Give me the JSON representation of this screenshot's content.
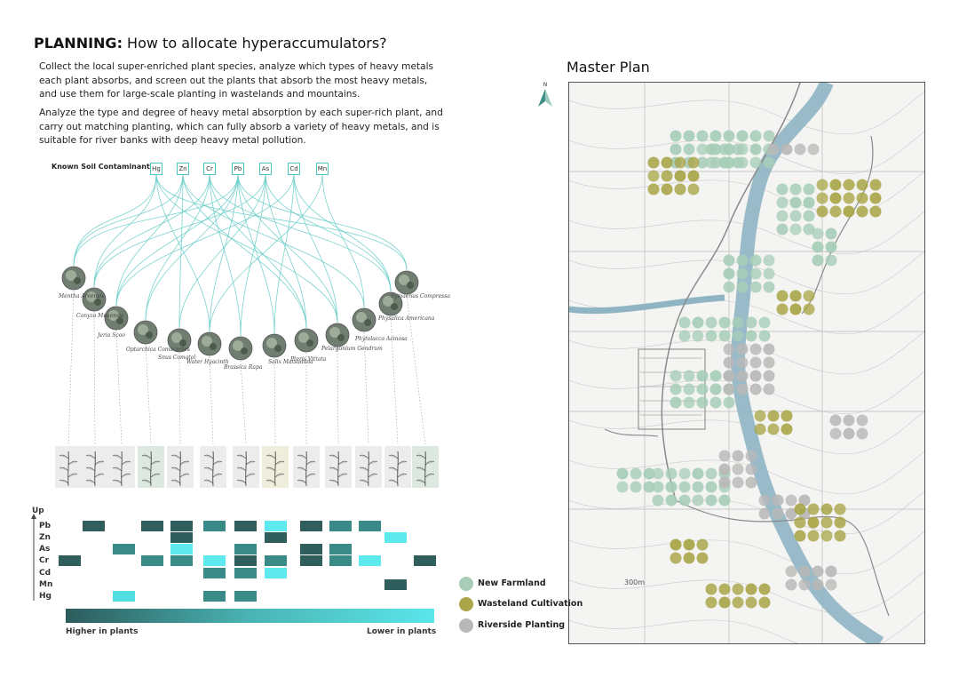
{
  "header": {
    "title_bold": "PLANNING:",
    "title_rest": " How to allocate hyperaccumulators?",
    "paragraph1": "Collect the local super-enriched plant species, analyze which types of heavy metals each plant absorbs, and screen out the plants that absorb the most heavy metals, and use them for large-scale planting in wastelands and mountains.",
    "paragraph2": "Analyze the type and degree of heavy metal absorption by each super-rich plant, and carry out matching planting, which can fully absorb a variety of heavy metals, and is suitable for river banks with deep heavy metal pollution."
  },
  "soil": {
    "label": "Known Soil Contaminant :",
    "metals": [
      "Hg",
      "Zn",
      "Cr",
      "Pb",
      "As",
      "Cd",
      "Mn"
    ]
  },
  "plants": [
    {
      "name": "Mentha Arvensis"
    },
    {
      "name": "Conyza Muaensis"
    },
    {
      "name": "Jeria Scoo"
    },
    {
      "name": "Optarchica Comacortes"
    },
    {
      "name": "Snus Comatol"
    },
    {
      "name": "Water Hyacinth"
    },
    {
      "name": "Brassica Rapa"
    },
    {
      "name": "Salix Matsudana"
    },
    {
      "name": "Pteris Vittata"
    },
    {
      "name": "Pelargonium Gendrum"
    },
    {
      "name": "Phytolacca Acinosa"
    },
    {
      "name": "Physalica Americana"
    },
    {
      "name": "Symaenus Compressa"
    }
  ],
  "heatmap": {
    "axis_label": "Up",
    "rows": [
      "Pb",
      "Zn",
      "As",
      "Cr",
      "Cd",
      "Mn",
      "Hg"
    ],
    "colors": {
      "dark": "#2f5e5c",
      "mid": "#3a8a88",
      "light": "#52dde3",
      "bright": "#5ee9ef"
    },
    "cells": [
      {
        "row": 0,
        "col": 1,
        "tone": "dark"
      },
      {
        "row": 0,
        "col": 3,
        "tone": "dark"
      },
      {
        "row": 0,
        "col": 4,
        "tone": "dark"
      },
      {
        "row": 0,
        "col": 5,
        "tone": "mid"
      },
      {
        "row": 0,
        "col": 6,
        "tone": "dark"
      },
      {
        "row": 0,
        "col": 7,
        "tone": "bright"
      },
      {
        "row": 0,
        "col": 8,
        "tone": "dark"
      },
      {
        "row": 0,
        "col": 9,
        "tone": "mid"
      },
      {
        "row": 0,
        "col": 10,
        "tone": "mid"
      },
      {
        "row": 1,
        "col": 4,
        "tone": "dark"
      },
      {
        "row": 1,
        "col": 7,
        "tone": "dark"
      },
      {
        "row": 1,
        "col": 11,
        "tone": "bright"
      },
      {
        "row": 2,
        "col": 2,
        "tone": "mid"
      },
      {
        "row": 2,
        "col": 4,
        "tone": "bright"
      },
      {
        "row": 2,
        "col": 6,
        "tone": "mid"
      },
      {
        "row": 2,
        "col": 8,
        "tone": "dark"
      },
      {
        "row": 2,
        "col": 9,
        "tone": "mid"
      },
      {
        "row": 3,
        "col": 0,
        "tone": "dark"
      },
      {
        "row": 3,
        "col": 3,
        "tone": "mid"
      },
      {
        "row": 3,
        "col": 4,
        "tone": "mid"
      },
      {
        "row": 3,
        "col": 5,
        "tone": "bright"
      },
      {
        "row": 3,
        "col": 6,
        "tone": "dark"
      },
      {
        "row": 3,
        "col": 7,
        "tone": "mid"
      },
      {
        "row": 3,
        "col": 8,
        "tone": "dark"
      },
      {
        "row": 3,
        "col": 9,
        "tone": "mid"
      },
      {
        "row": 3,
        "col": 10,
        "tone": "bright"
      },
      {
        "row": 3,
        "col": 12,
        "tone": "dark"
      },
      {
        "row": 4,
        "col": 5,
        "tone": "mid"
      },
      {
        "row": 4,
        "col": 6,
        "tone": "mid"
      },
      {
        "row": 4,
        "col": 7,
        "tone": "bright"
      },
      {
        "row": 5,
        "col": 11,
        "tone": "dark"
      },
      {
        "row": 6,
        "col": 2,
        "tone": "light"
      },
      {
        "row": 6,
        "col": 5,
        "tone": "mid"
      },
      {
        "row": 6,
        "col": 6,
        "tone": "mid"
      }
    ],
    "higher_label": "Higher in plants",
    "lower_label": "Lower in plants"
  },
  "master_plan": {
    "title": "Master Plan",
    "north": "N",
    "scale": "300m",
    "colors": {
      "new_farmland": "#a7cdb8",
      "wasteland": "#a9a548",
      "riverside": "#b8b8b8",
      "river": "#8fb5c4",
      "road": "#8a8a8a"
    },
    "legend": [
      {
        "label": "New Farmland",
        "color": "#a7cdb8"
      },
      {
        "label": "Wasteland Cultivation",
        "color": "#a9a548"
      },
      {
        "label": "Riverside Planting",
        "color": "#b8b8b8"
      }
    ]
  }
}
